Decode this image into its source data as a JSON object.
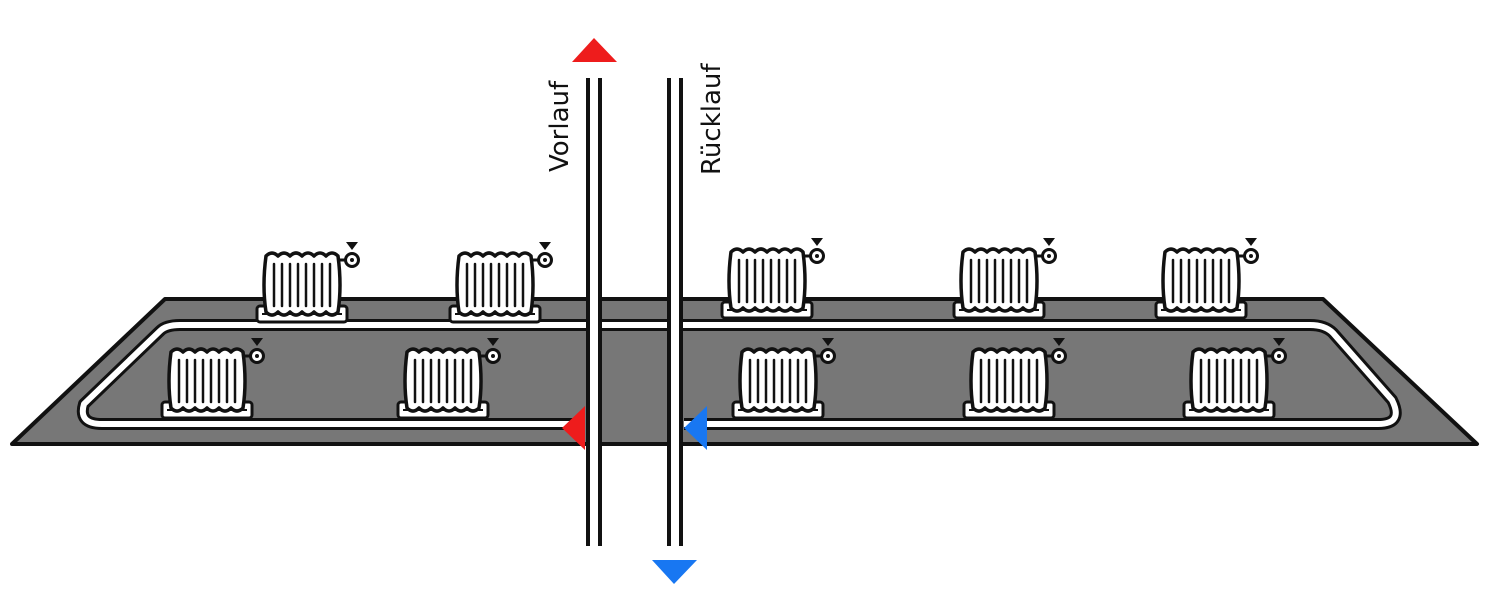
{
  "labels": {
    "supply": "Vorlauf",
    "return": "Rücklauf"
  },
  "colors": {
    "supply_arrow": "#ee1c1c",
    "return_arrow": "#1877f2",
    "floor": "#777777",
    "outline": "#111111",
    "pipe_fill": "#ffffff"
  },
  "radiators": {
    "back_row_count": 5,
    "front_row_count": 5
  },
  "icons": [
    "radiator-icon",
    "valve-icon",
    "flow-arrow-icon"
  ]
}
